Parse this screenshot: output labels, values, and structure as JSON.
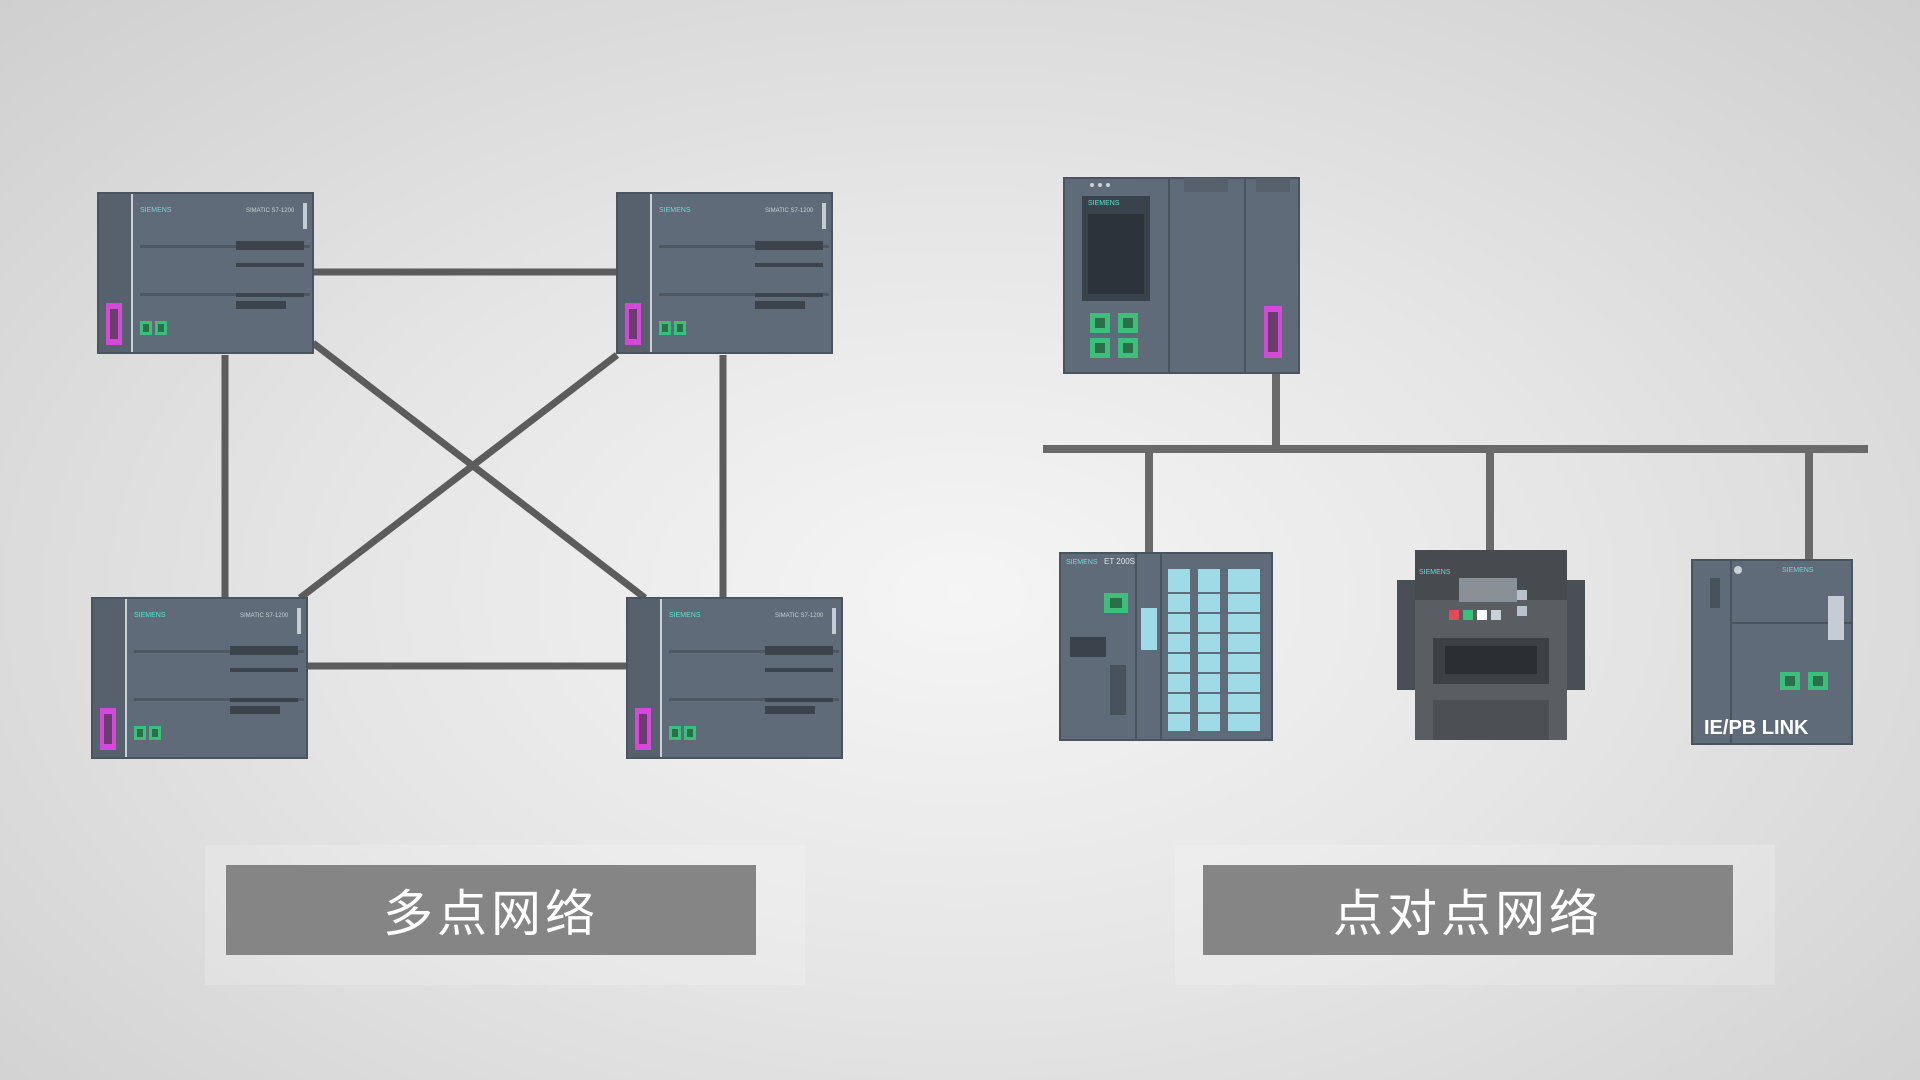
{
  "brand": "SIEMENS",
  "plc_model": "SIMATIC S7-1200",
  "et_model": "ET 200S",
  "ie_pb_link_label": "IE/PB LINK",
  "labels": {
    "multipoint": "多点网络",
    "point_to_point": "点对点网络"
  },
  "colors": {
    "device_body": "#5f6b78",
    "link_line": "#5c5c5c",
    "port_green": "#3bbf7a",
    "port_magenta": "#d24ad6",
    "label_bg": "#858585"
  }
}
